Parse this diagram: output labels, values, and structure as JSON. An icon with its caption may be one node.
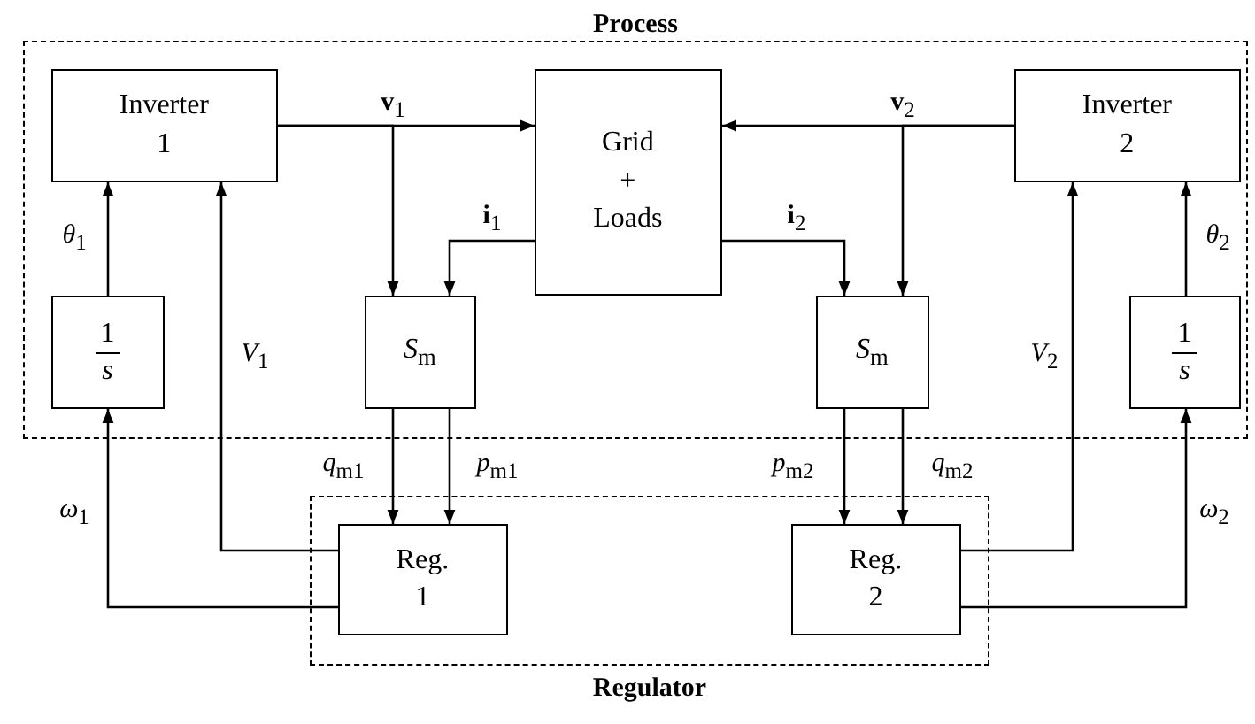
{
  "diagram": {
    "nodes": [
      {
        "text": [
          "Process"
        ]
      },
      {
        "text": [
          "Inverter 1"
        ],
        "in": 0
      },
      {
        "text": [
          "Grid + Loads"
        ],
        "in": 0
      },
      {
        "text": [
          "Inverter 2"
        ],
        "in": 0
      },
      {
        "text": [
          "1",
          "s"
        ],
        "in": 0
      },
      {
        "text": [
          "*S*$_{m}$"
        ],
        "in": 0
      },
      {
        "text": [
          "*S*$_{m}$"
        ],
        "in": 0
      },
      {
        "text": [
          "1",
          "s"
        ],
        "in": 0
      },
      {
        "text": [
          "Regulator"
        ]
      },
      {
        "text": [
          "Reg. 1"
        ],
        "in": 8
      },
      {
        "text": [
          "Reg. 2"
        ],
        "in": 8
      }
    ],
    "edges": [
      {
        "from": 1,
        "to": 2,
        "arrow": "to",
        "label": "**v**$_{1}$"
      },
      {
        "from": 1,
        "to": 5,
        "arrow": "to"
      },
      {
        "from": 2,
        "to": 5,
        "arrow": "to",
        "label": "**i**$_{1}$"
      },
      {
        "from": 3,
        "to": 2,
        "arrow": "to",
        "label": "**v**$_{2}$"
      },
      {
        "from": 3,
        "to": 6,
        "arrow": "to"
      },
      {
        "from": 2,
        "to": 6,
        "arrow": "to",
        "label": "**i**$_{2}$"
      },
      {
        "from": 4,
        "to": 1,
        "arrow": "to",
        "label": "*θ*$_{1}$"
      },
      {
        "from": 9,
        "to": 1,
        "arrow": "to",
        "label": "*V*$_{1}$"
      },
      {
        "from": 9,
        "to": 4,
        "arrow": "to",
        "label": "*ω*$_{1}$"
      },
      {
        "from": 5,
        "to": 9,
        "arrow": "to",
        "label": "*q*$_{m1}$"
      },
      {
        "from": 5,
        "to": 9,
        "arrow": "to",
        "label": "*p*$_{m1}$"
      },
      {
        "from": 6,
        "to": 10,
        "arrow": "to",
        "label": "*p*$_{m2}$"
      },
      {
        "from": 6,
        "to": 10,
        "arrow": "to",
        "label": "*q*$_{m2}$"
      },
      {
        "from": 10,
        "to": 3,
        "arrow": "to",
        "label": "*V*$_{2}$"
      },
      {
        "from": 10,
        "to": 7,
        "arrow": "to",
        "label": "*ω*$_{2}$"
      },
      {
        "from": 7,
        "to": 3,
        "arrow": "to",
        "label": "*θ*$_{2}$"
      }
    ]
  }
}
